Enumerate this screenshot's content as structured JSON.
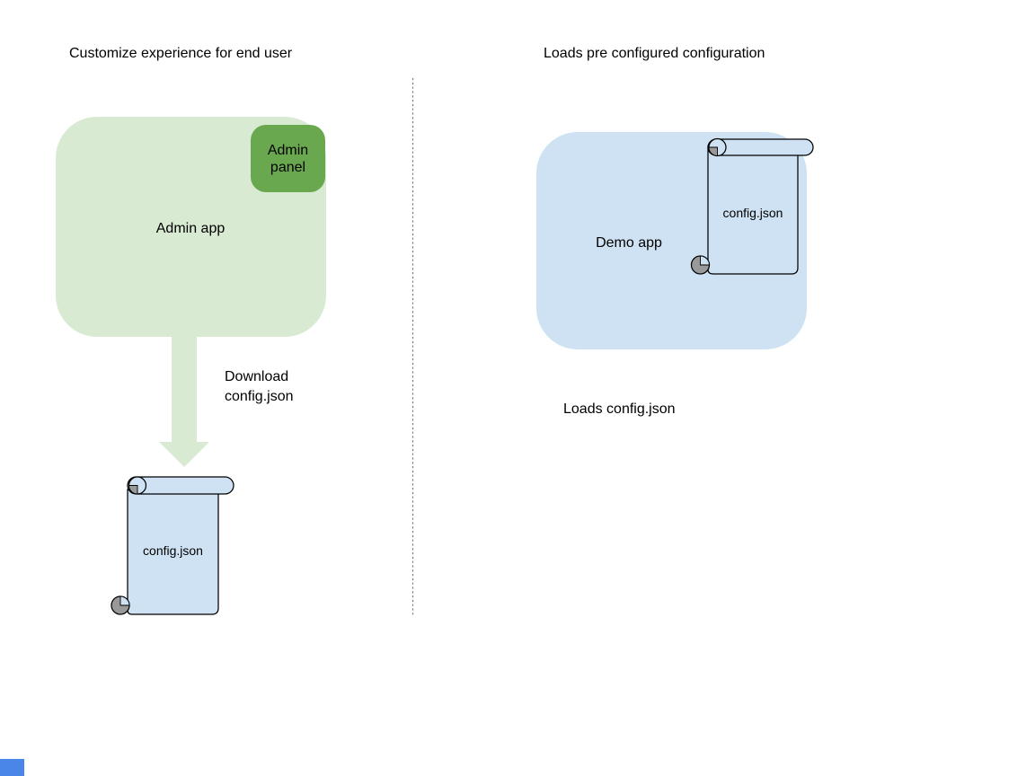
{
  "colors": {
    "green_light": "#d9ead3",
    "green_dark": "#6aa84f",
    "blue_light": "#cfe2f3",
    "curl_gray": "#999999",
    "outline_black": "#000000",
    "divider_gray": "#7a7a7a",
    "corner_blue": "#4a86e8"
  },
  "left": {
    "title": "Customize experience for end user",
    "admin_app_label": "Admin app",
    "admin_panel_label": "Admin panel",
    "download_caption": "Download config.json",
    "config_file_label": "config.json"
  },
  "right": {
    "title": "Loads pre configured configuration",
    "demo_app_label": "Demo app",
    "config_file_label": "config.json",
    "loads_caption": "Loads config.json"
  }
}
